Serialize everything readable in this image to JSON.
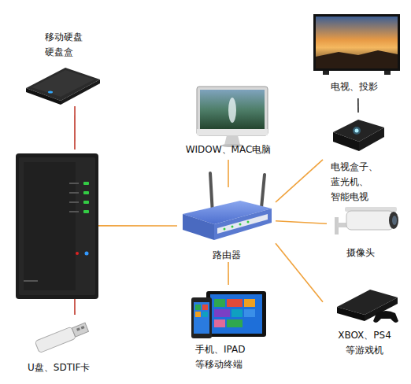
{
  "diagram": {
    "nodes": [
      {
        "text": [
          "移动硬盘 硬盘盒"
        ]
      },
      {
        "text": [
          "电视、投影"
        ]
      },
      {
        "text": [
          "WIDOW、MAC电脑"
        ]
      },
      {
        "text": []
      },
      {
        "text": [
          "电视盒子、 蓝光机、智能电视"
        ]
      },
      {
        "text": [
          "路由器"
        ]
      },
      {
        "text": [
          "摄像头"
        ]
      },
      {
        "text": [
          "XBOX、PS4 等游戏机"
        ]
      },
      {
        "text": [
          "手机、IPAD 等移动终端"
        ]
      },
      {
        "text": [
          "U盘、SDTIF卡"
        ]
      }
    ],
    "edges": [
      {
        "from": 0,
        "to": 3,
        "arrow": "none"
      },
      {
        "from": 3,
        "to": 9,
        "arrow": "none"
      },
      {
        "from": 3,
        "to": 5,
        "arrow": "none"
      },
      {
        "from": 5,
        "to": 2,
        "arrow": "none"
      },
      {
        "from": 5,
        "to": 4,
        "arrow": "none"
      },
      {
        "from": 5,
        "to": 6,
        "arrow": "none"
      },
      {
        "from": 5,
        "to": 7,
        "arrow": "none"
      },
      {
        "from": 5,
        "to": 8,
        "arrow": "none"
      },
      {
        "from": 4,
        "to": 1,
        "arrow": "none"
      }
    ]
  }
}
